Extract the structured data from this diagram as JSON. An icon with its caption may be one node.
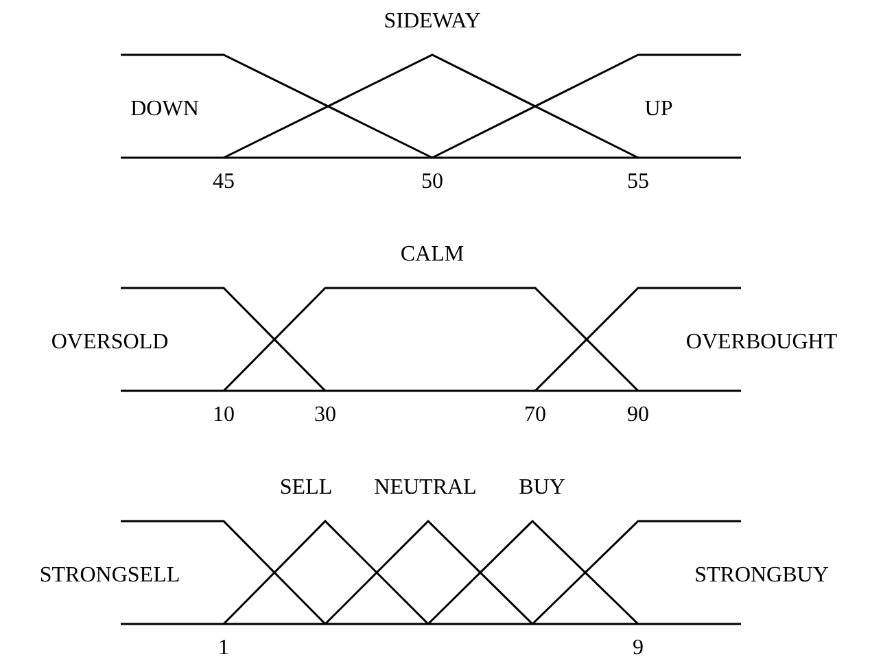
{
  "diagram": {
    "labels": [
      "SIDEWAY",
      "DOWN",
      "UP",
      "45",
      "50",
      "55",
      "CALM",
      "OVERSOLD",
      "OVERBOUGHT",
      "10",
      "30",
      "70",
      "90",
      "SELL",
      "NEUTRAL",
      "BUY",
      "STRONGSELL",
      "STRONGBUY",
      "1",
      "9"
    ]
  }
}
